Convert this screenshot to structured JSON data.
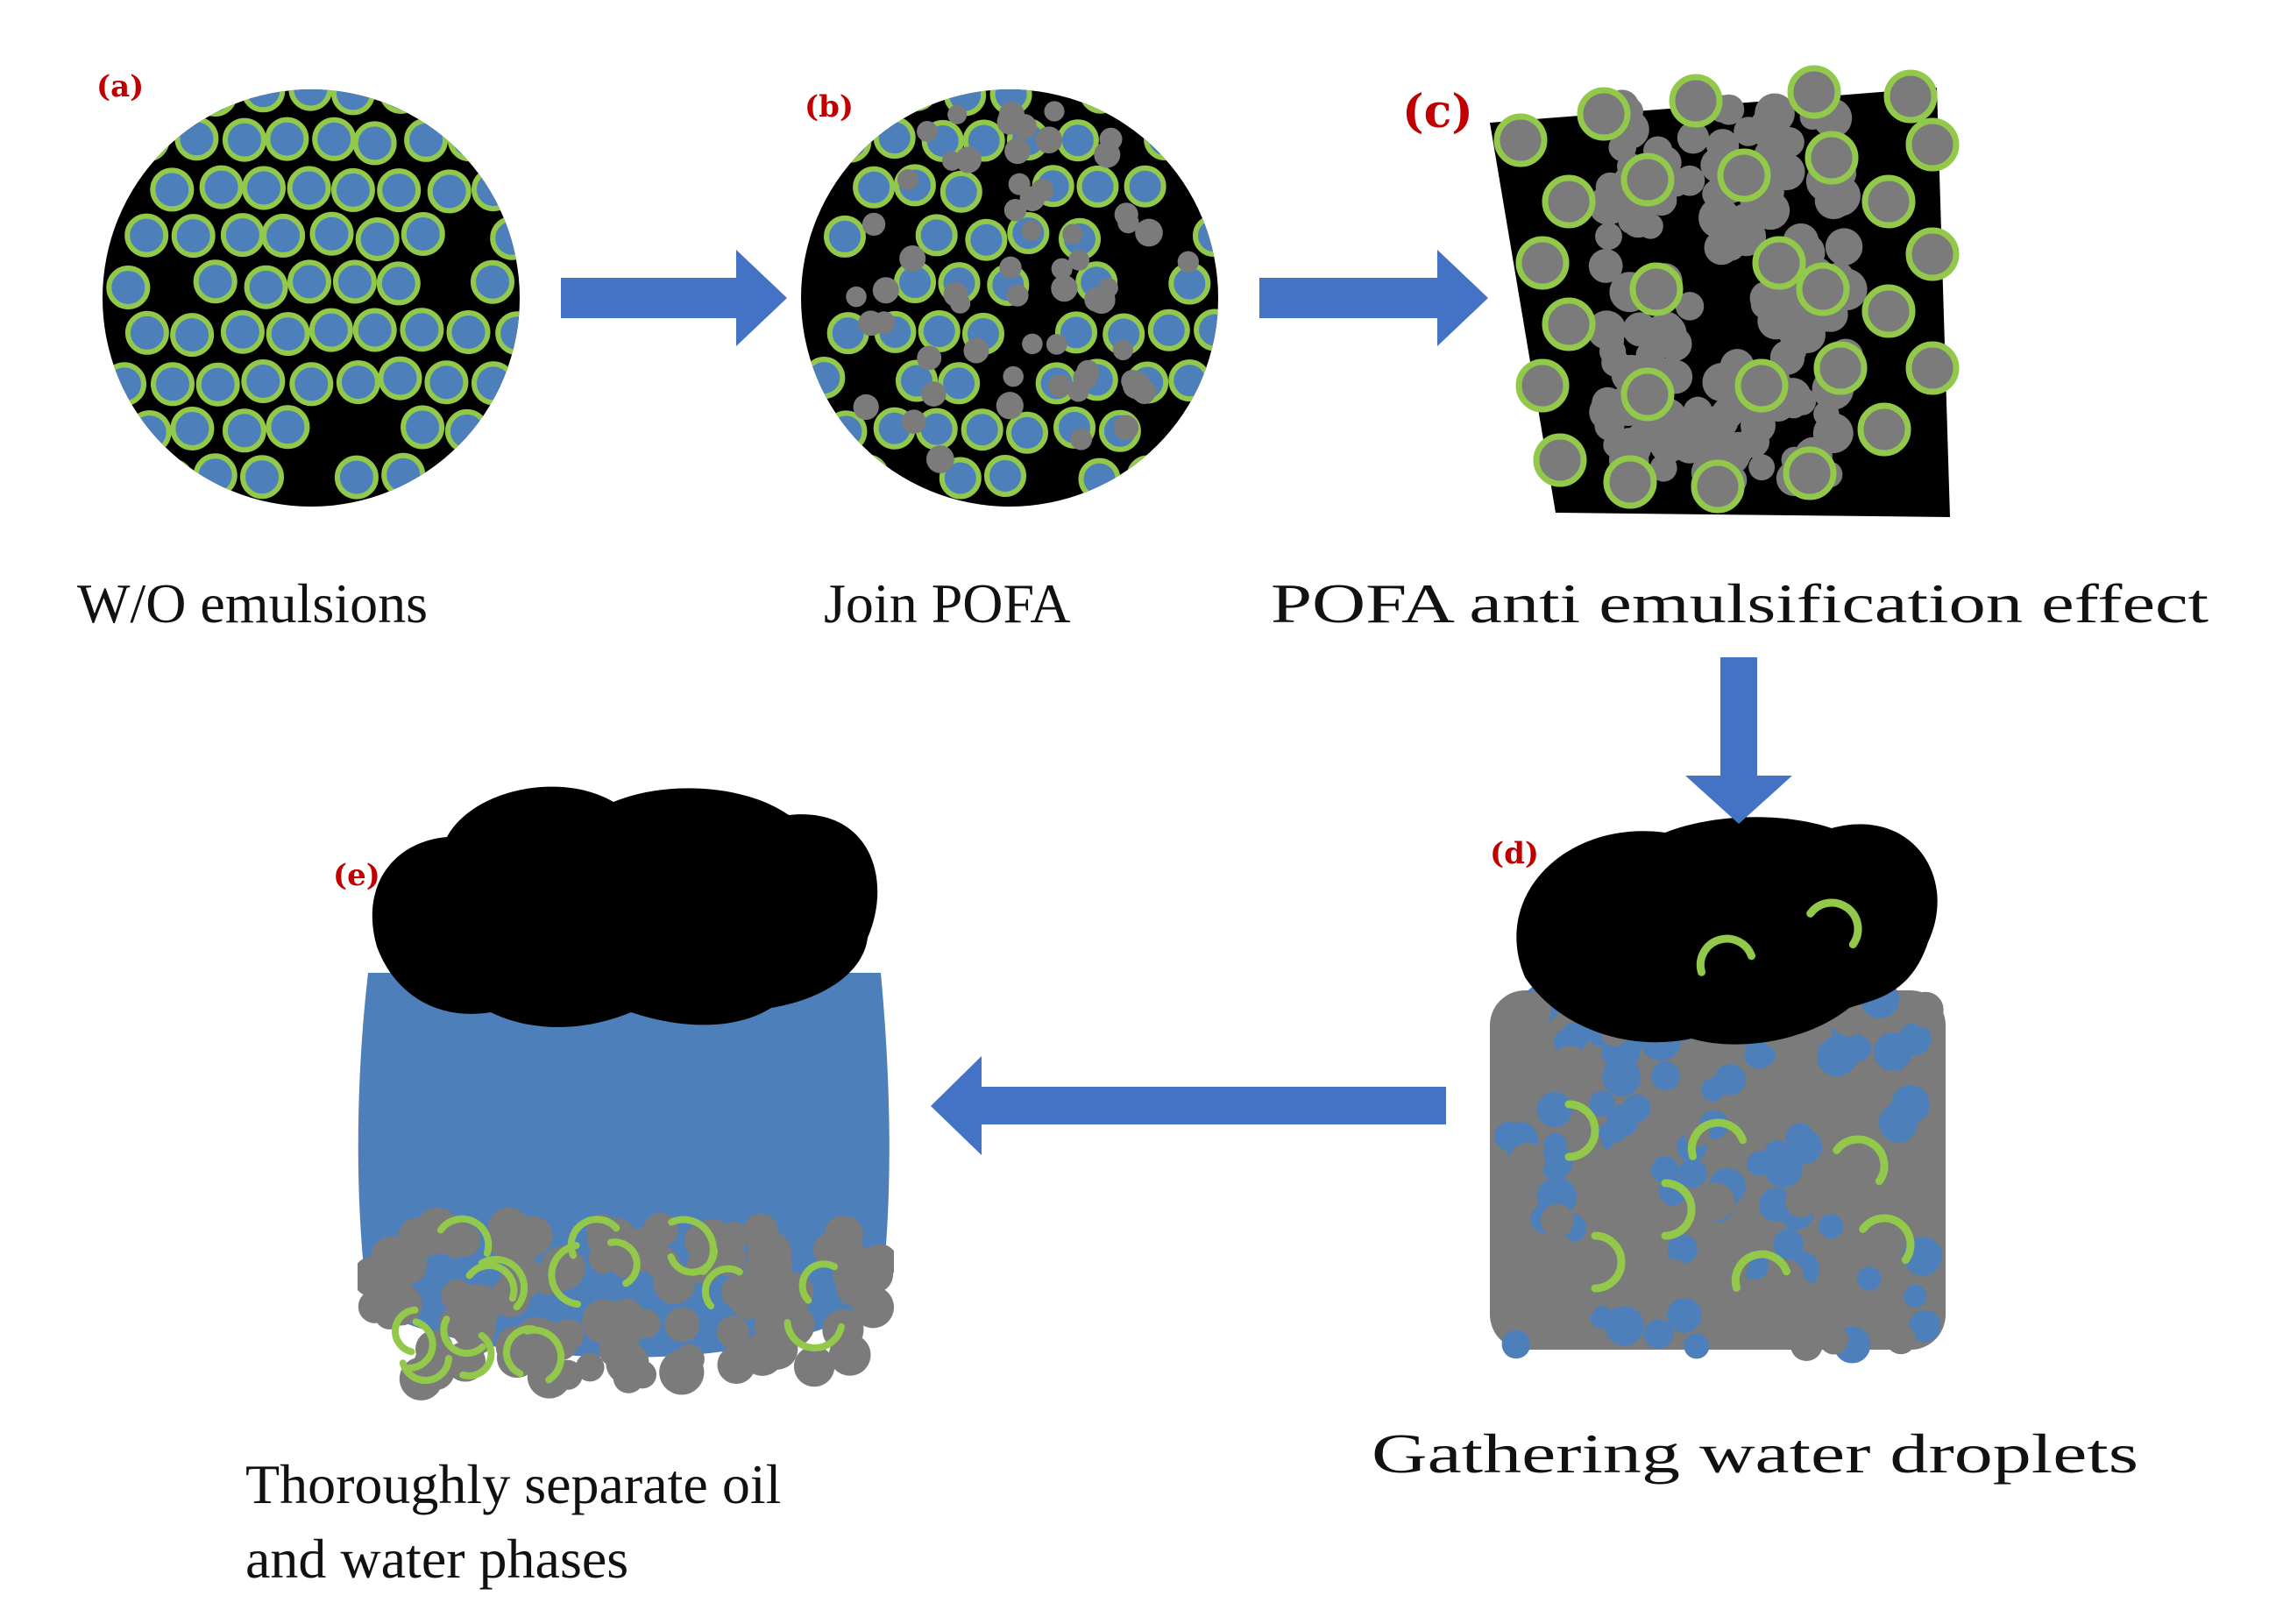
{
  "colors": {
    "oil": "#000000",
    "water": "#4d80bb",
    "film": "#92c94a",
    "pofa": "#7b7b7b",
    "arrow": "#4472c4",
    "letter": "#c00000",
    "caption": "#111111"
  },
  "stages": [
    {
      "id": "a",
      "letter": "(a)",
      "caption": [
        "W/O emulsions"
      ]
    },
    {
      "id": "b",
      "letter": "(b)",
      "caption": [
        "Join POFA"
      ]
    },
    {
      "id": "c",
      "letter": "(c)",
      "caption": [
        "POFA anti emulsification effect"
      ]
    },
    {
      "id": "d",
      "letter": "(d)",
      "caption": [
        "Gathering water droplets"
      ]
    },
    {
      "id": "e",
      "letter": "(e)",
      "caption": [
        "Thoroughly separate oil",
        "and water phases"
      ]
    }
  ],
  "arrows": [
    {
      "from": "a",
      "to": "b",
      "direction": "right"
    },
    {
      "from": "b",
      "to": "c",
      "direction": "right"
    },
    {
      "from": "c",
      "to": "d",
      "direction": "down"
    },
    {
      "from": "d",
      "to": "e",
      "direction": "left"
    }
  ]
}
